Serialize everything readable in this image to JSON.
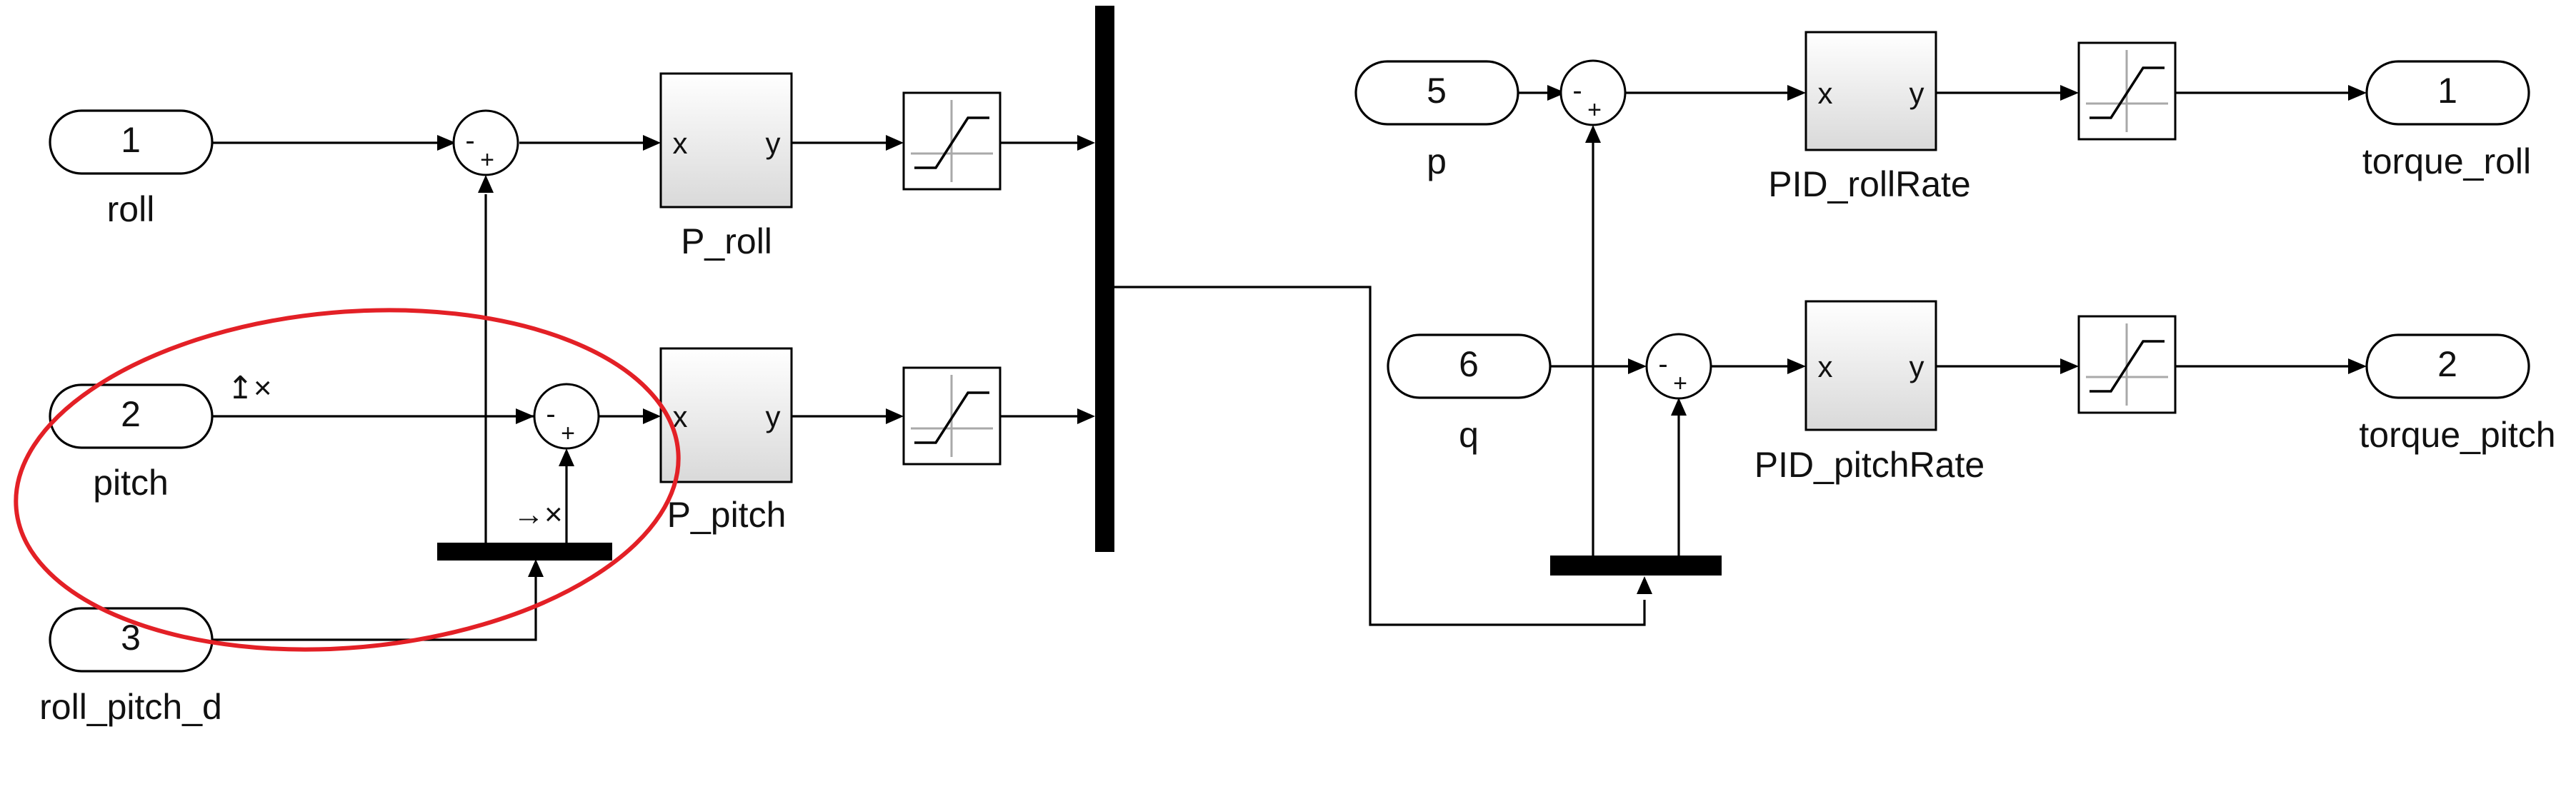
{
  "inports": [
    {
      "number": "1",
      "name": "roll"
    },
    {
      "number": "2",
      "name": "pitch"
    },
    {
      "number": "3",
      "name": "roll_pitch_d"
    },
    {
      "number": "5",
      "name": "p"
    },
    {
      "number": "6",
      "name": "q"
    }
  ],
  "outports": [
    {
      "number": "1",
      "name": "torque_roll"
    },
    {
      "number": "2",
      "name": "torque_pitch"
    }
  ],
  "subsystems": [
    {
      "name": "P_roll",
      "in_port": "x",
      "out_port": "y"
    },
    {
      "name": "P_pitch",
      "in_port": "x",
      "out_port": "y"
    },
    {
      "name": "PID_rollRate",
      "in_port": "x",
      "out_port": "y"
    },
    {
      "name": "PID_pitchRate",
      "in_port": "x",
      "out_port": "y"
    }
  ],
  "sum_signs": {
    "minus": "-",
    "plus": "+"
  },
  "signal_markers": {
    "pitch_signal": "↥×",
    "sum_input": "→×"
  },
  "colors": {
    "highlight": "#e32026",
    "block_fill_top": "#ffffff",
    "block_fill_bottom": "#d9d9d9"
  }
}
